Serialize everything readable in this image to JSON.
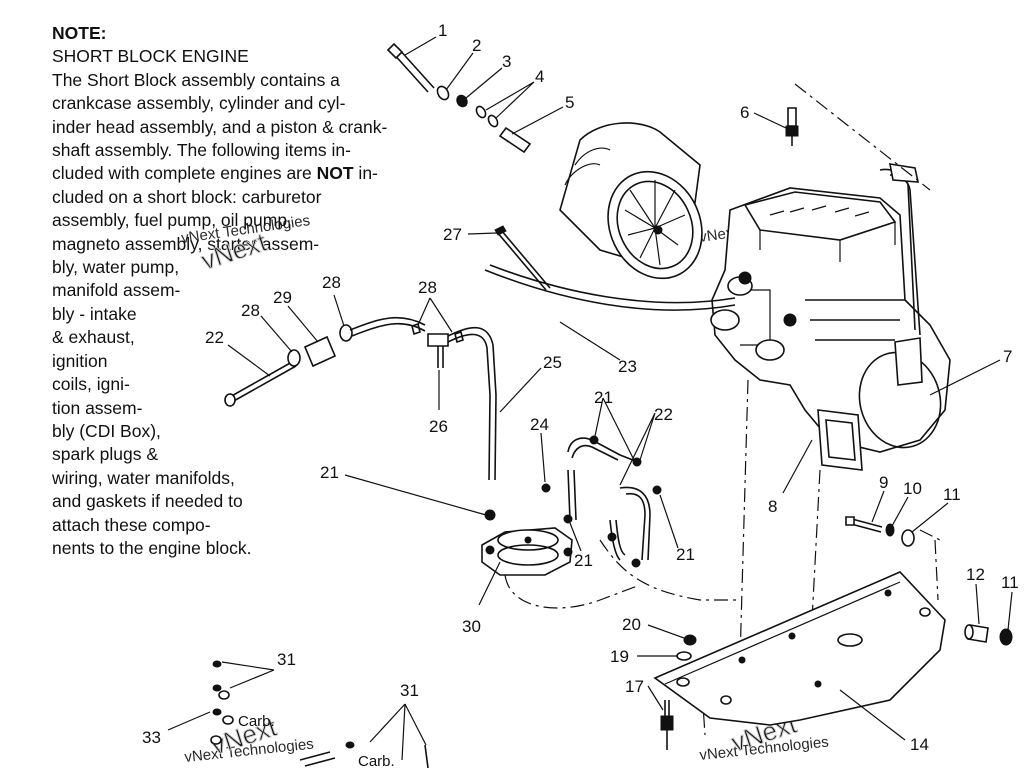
{
  "note": {
    "heading": "NOTE:",
    "title": "SHORT BLOCK ENGINE",
    "lines": [
      "The Short Block assembly contains a",
      "crankcase assembly, cylinder and cyl-",
      "inder head assembly, and a piston & crank-",
      "shaft assembly.  The following items in-",
      "cluded on a short block:  carburetor",
      "assembly, fuel pump, oil pump,",
      "magneto assembly, starter assem-",
      "bly, water pump,",
      "manifold assem-",
      "bly - intake",
      "& exhaust,",
      "ignition",
      "coils, igni-",
      "tion assem-",
      "bly (CDI Box),",
      "spark plugs &",
      "wiring, water manifolds,",
      "and gaskets if needed to",
      "attach these compo-",
      "nents to the engine block."
    ],
    "line5_prefix": "cluded with complete engines are ",
    "line5_bold": "NOT",
    "line5_suffix": " in-"
  },
  "callouts": {
    "c1": "1",
    "c2": "2",
    "c3": "3",
    "c4": "4",
    "c5": "5",
    "c6": "6",
    "c7": "7",
    "c8": "8",
    "c9": "9",
    "c10": "10",
    "c11": "11",
    "c11b": "11",
    "c12": "12",
    "c14": "14",
    "c17": "17",
    "c19": "19",
    "c20": "20",
    "c21a": "21",
    "c21b": "21",
    "c21c": "21",
    "c21d": "21",
    "c22a": "22",
    "c22b": "22",
    "c23": "23",
    "c24": "24",
    "c25": "25",
    "c26": "26",
    "c27": "27",
    "c28a": "28",
    "c28b": "28",
    "c28c": "28",
    "c29": "29",
    "c30": "30",
    "c31a": "31",
    "c31b": "31",
    "c33": "33"
  },
  "labels": {
    "carb1": "Carb.",
    "carb2": "Carb."
  },
  "watermark": {
    "text": "vNext Technologies",
    "mark": "vNext"
  }
}
